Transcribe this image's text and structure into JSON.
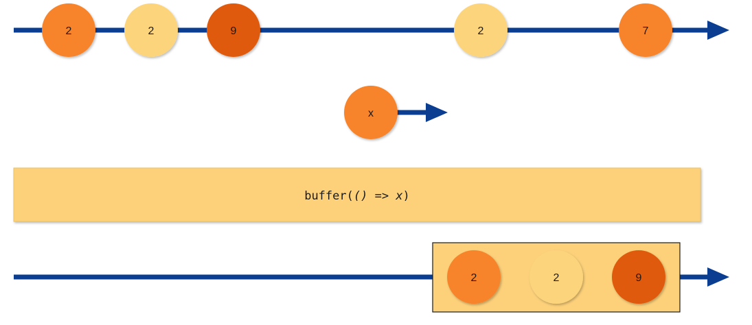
{
  "colors": {
    "line": "#0b3d91",
    "marble_orange": "#f7832a",
    "marble_light": "#fcd47c",
    "marble_dark": "#e05a08",
    "operator_box": "#fdd17a",
    "operator_border": "#e8c36a",
    "result_box": "#fdd17a",
    "result_border": "#1a1a1a"
  },
  "source_stream": {
    "marbles": [
      {
        "value": "2",
        "color": "orange"
      },
      {
        "value": "2",
        "color": "light"
      },
      {
        "value": "9",
        "color": "dark"
      },
      {
        "value": "2",
        "color": "light"
      },
      {
        "value": "7",
        "color": "orange"
      }
    ]
  },
  "notifier_stream": {
    "marble": {
      "value": "x",
      "color": "orange"
    }
  },
  "operator": {
    "name": "buffer",
    "open_paren": "(",
    "argument": "() => x",
    "close_paren": ")"
  },
  "output_stream": {
    "buffer_marbles": [
      {
        "value": "2",
        "color": "orange"
      },
      {
        "value": "2",
        "color": "light"
      },
      {
        "value": "9",
        "color": "dark"
      }
    ]
  }
}
